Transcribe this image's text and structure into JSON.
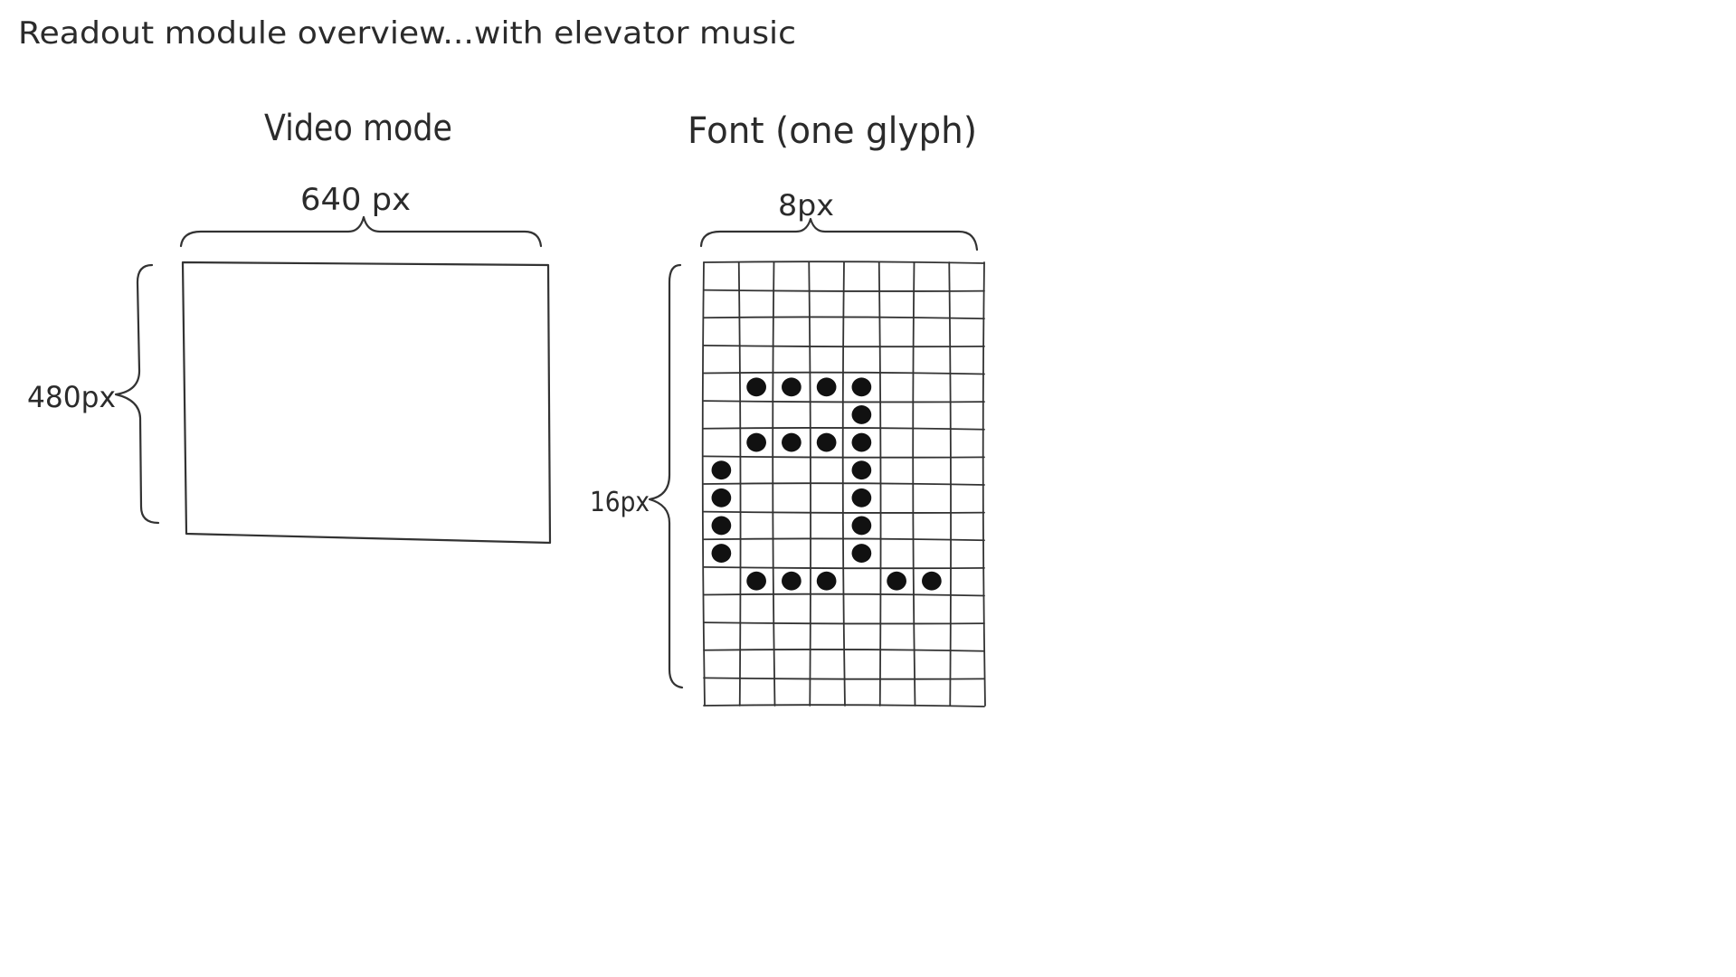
{
  "title": "Readout module overview...with elevator music",
  "video_mode": {
    "heading": "Video mode",
    "width_label": "640 px",
    "height_label": "480px"
  },
  "font_glyph": {
    "heading": "Font (one glyph)",
    "width_label": "8px",
    "height_label": "16px",
    "bitmap": [
      "........",
      "........",
      "........",
      "........",
      ".####...",
      "....#...",
      ".####...",
      "#...#...",
      "#...#...",
      "#...#...",
      "#...#...",
      ".###.##.",
      "........",
      "........",
      "........",
      "........"
    ]
  }
}
